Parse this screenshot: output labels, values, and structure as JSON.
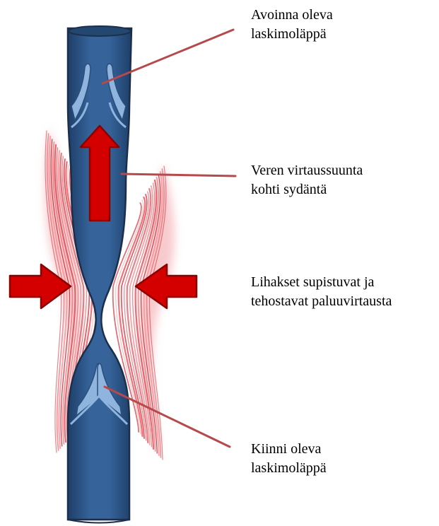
{
  "labels": {
    "open_valve": {
      "line1": "Avoinna oleva",
      "line2": "laskimoläppä"
    },
    "blood_flow": {
      "line1": "Veren virtaussuunta",
      "line2": "kohti sydäntä"
    },
    "muscles": {
      "line1": "Lihakset supistuvat ja",
      "line2": "tehostavat paluuvirtausta"
    },
    "closed_valve": {
      "line1": "Kiinni oleva",
      "line2": "laskimoläppä"
    }
  },
  "colors": {
    "vein_fill": "#2f5a8c",
    "vein_dark": "#1e3f68",
    "vein_outline": "#1b2f4d",
    "valve": "#8fb4de",
    "muscle": "#e03a44",
    "arrow": "#d40000",
    "arrow_edge": "#8b0000",
    "leader_line": "#b5494c"
  }
}
